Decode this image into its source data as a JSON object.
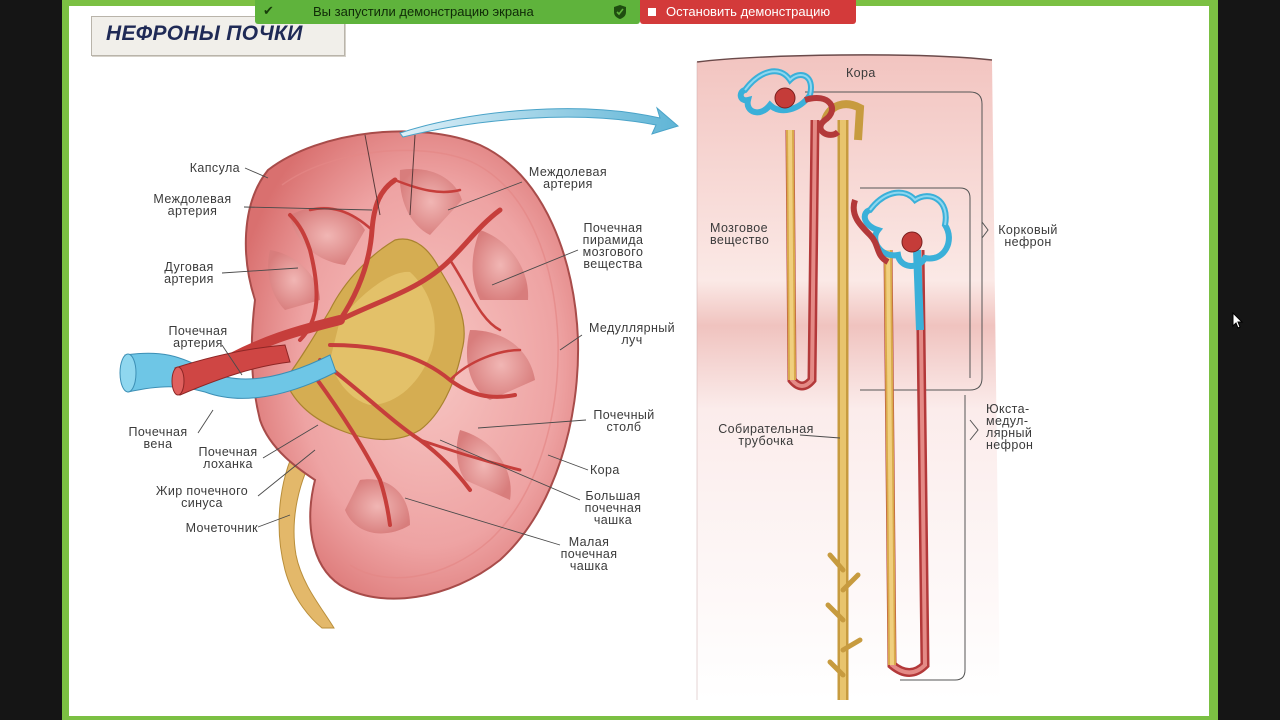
{
  "share_bar": {
    "status_text": "Вы запустили демонстрацию экрана",
    "stop_label": "Остановить демонстрацию"
  },
  "slide": {
    "title": "НЕФРОНЫ ПОЧКИ"
  },
  "kidney_labels": {
    "capsule": "Капсула",
    "interlobar_artery_left": [
      "Междолевая",
      "артерия"
    ],
    "arcuate_artery": [
      "Дуговая",
      "артерия"
    ],
    "renal_artery": [
      "Почечная",
      "артерия"
    ],
    "renal_vein": [
      "Почечная",
      "вена"
    ],
    "renal_pelvis": [
      "Почечная",
      "лоханка"
    ],
    "sinus_fat": [
      "Жир почечного",
      "синуса"
    ],
    "ureter": "Мочеточник",
    "interlobar_artery_right": [
      "Междолевая",
      "артерия"
    ],
    "renal_pyramid": [
      "Почечная",
      "пирамида",
      "мозгового",
      "вещества"
    ],
    "medullary_ray": [
      "Медуллярный",
      "луч"
    ],
    "renal_column": [
      "Почечный",
      "столб"
    ],
    "cortex": "Кора",
    "major_calyx": [
      "Большая",
      "почечная",
      "чашка"
    ],
    "minor_calyx": [
      "Малая",
      "почечная",
      "чашка"
    ]
  },
  "nephron_labels": {
    "cortex": "Кора",
    "medulla": [
      "Мозговое",
      "вещество"
    ],
    "cortical_nephron": [
      "Корковый",
      "нефрон"
    ],
    "collecting_duct": [
      "Собирательная",
      "трубочка"
    ],
    "juxtamedullary_nephron": [
      "Юкста-",
      "медул-",
      "лярный",
      "нефрон"
    ]
  },
  "colors": {
    "frame_green": "#7bc043",
    "share_bar_green": "#5fb33c",
    "stop_red": "#d33a3a",
    "title_text": "#1f2a56",
    "kidney_tissue": "#f1a3a4",
    "artery_red": "#c8403d",
    "vein_blue": "#6ec6e6",
    "pelvis_tan": "#c9a24a"
  },
  "icons": [
    "pin-icon",
    "shield-check-icon",
    "stop-icon",
    "arrow-icon",
    "mouse-cursor-icon"
  ]
}
